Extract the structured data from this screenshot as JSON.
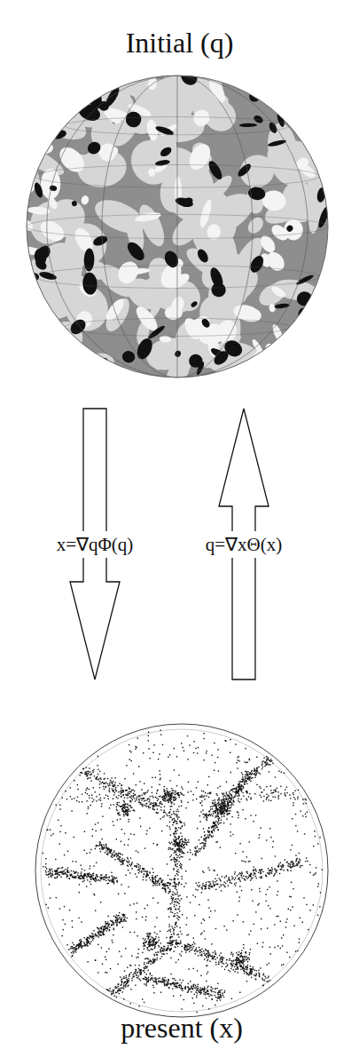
{
  "diagram": {
    "nodes": [
      {
        "text": [
          "Initial (q)"
        ]
      },
      {
        "text": [
          "present (x)"
        ]
      }
    ],
    "edges": [
      {
        "from": 0,
        "to": 1,
        "arrow": "to",
        "label": "x=∇qΦ(q)"
      },
      {
        "from": 1,
        "to": 0,
        "arrow": "to",
        "label": "q=∇xΘ(x)"
      }
    ]
  }
}
